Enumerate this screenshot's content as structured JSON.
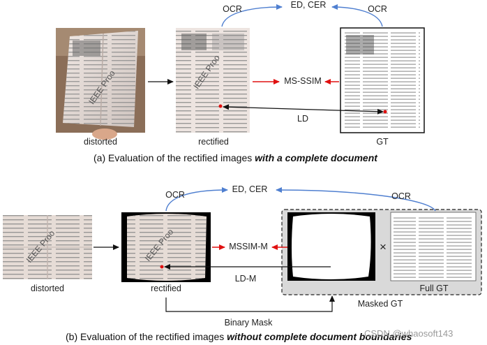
{
  "top": {
    "ocr_left": "OCR",
    "ocr_right": "OCR",
    "metric_top": "ED, CER",
    "metric_mid": "MS-SSIM",
    "metric_ld": "LD",
    "label_distorted": "distorted",
    "label_rectified": "rectified",
    "label_gt": "GT",
    "caption_prefix": "(a) Evaluation of the rectified images ",
    "caption_emph": "with a complete document"
  },
  "bottom": {
    "ocr_left": "OCR",
    "ocr_right": "OCR",
    "metric_top": "ED, CER",
    "metric_mid": "MSSIM-M",
    "metric_ld": "LD-M",
    "times": "×",
    "label_distorted": "distorted",
    "label_rectified": "rectified",
    "label_full_gt": "Full GT",
    "label_masked_gt": "Masked GT",
    "label_binary_mask": "Binary Mask",
    "caption_prefix": "(b) Evaluation of the rectified images ",
    "caption_emph": "without complete document boundaries"
  },
  "watermark_text": "IEEE Proo",
  "csdn_mark": "CSDN @whaosoft143",
  "colors": {
    "blue_arrow": "#4f7fd0",
    "red_arrow": "#e01010",
    "black_arrow": "#111111"
  }
}
